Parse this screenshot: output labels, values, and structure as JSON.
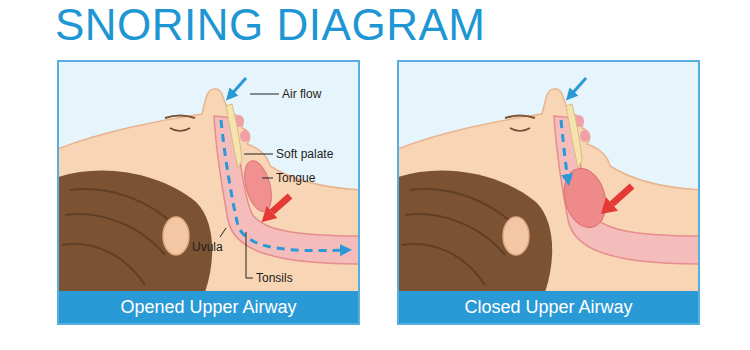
{
  "diagram": {
    "title": "SNORING DIAGRAM",
    "nodes": [
      {
        "text": [
          "Opened Upper Airway"
        ]
      },
      {
        "text": [
          "Closed Upper Airway"
        ]
      }
    ],
    "labels": [
      "Air flow",
      "Soft palate",
      "Tongue",
      "Uvula",
      "Tonsils"
    ]
  }
}
